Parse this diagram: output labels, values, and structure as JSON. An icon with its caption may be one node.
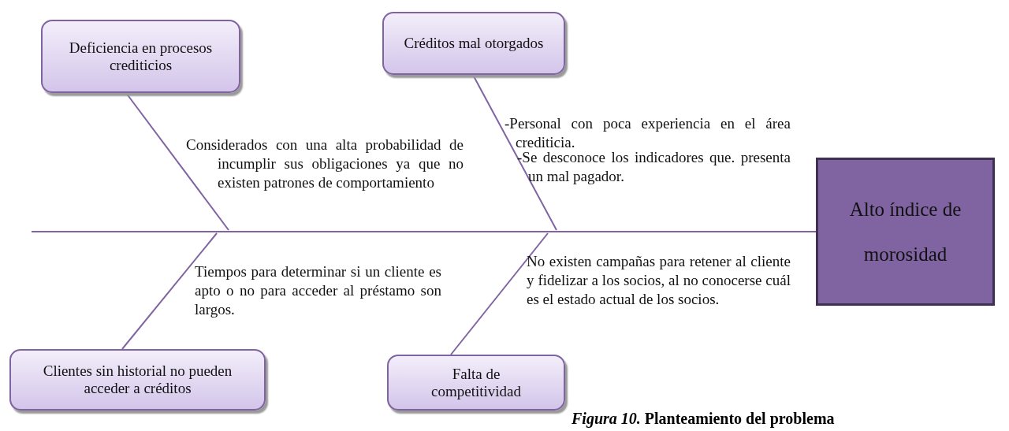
{
  "diagram": {
    "caption": "*Figura 10.* Planteamiento del problema",
    "nodes": [
      {
        "text": [
          "Deficiencia en procesos crediticios"
        ]
      },
      {
        "text": [
          "Créditos mal otorgados"
        ]
      },
      {
        "text": [
          "Clientes sin historial no pueden acceder a créditos"
        ]
      },
      {
        "text": [
          "Falta de competitividad"
        ]
      },
      {
        "text": [
          "Alto índice de morosidad"
        ]
      }
    ],
    "edges": [
      {
        "from": null,
        "to": 4,
        "arrow": "none"
      },
      {
        "from": 0,
        "to": null,
        "arrow": "none"
      },
      {
        "from": 1,
        "to": null,
        "arrow": "none"
      },
      {
        "from": 2,
        "to": null,
        "arrow": "none"
      },
      {
        "from": 3,
        "to": null,
        "arrow": "none"
      }
    ],
    "labels": [
      "Considerados con una alta probabilidad de incumplir sus obligaciones ya que no existen patrones de comportamiento",
      "-Personal con poca experiencia en el área crediticia.",
      "-Se desconoce los indicadores que. presenta un mal pagador.",
      "Tiempos para determinar si un cliente es apto o no para acceder al préstamo son largos.",
      "No existen campañas para retener al cliente y fidelizar a los socios, al no conocerse cuál es el estado actual de los socios."
    ]
  }
}
